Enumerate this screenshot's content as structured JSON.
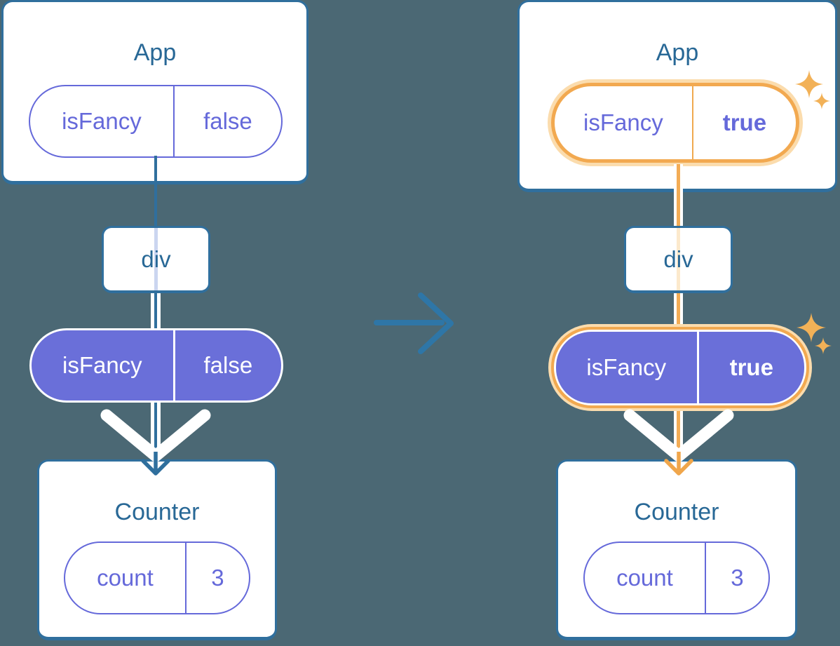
{
  "before": {
    "app": {
      "title": "App",
      "prop": {
        "name": "isFancy",
        "value": "false"
      }
    },
    "div_node": {
      "label": "div"
    },
    "passed_prop": {
      "name": "isFancy",
      "value": "false"
    },
    "counter": {
      "title": "Counter",
      "state": {
        "name": "count",
        "value": "3"
      }
    }
  },
  "after": {
    "app": {
      "title": "App",
      "prop": {
        "name": "isFancy",
        "value": "true"
      }
    },
    "div_node": {
      "label": "div"
    },
    "passed_prop": {
      "name": "isFancy",
      "value": "true"
    },
    "counter": {
      "title": "Counter",
      "state": {
        "name": "count",
        "value": "3"
      }
    }
  },
  "icons": {
    "transition_arrow": "arrow-right-icon",
    "highlight_sparkles": "sparkles-icon"
  },
  "colors": {
    "background": "#4B6874",
    "node_border_blue": "#306F9D",
    "title_text_blue": "#286896",
    "purple_outline": "#6569DA",
    "purple_fill": "#6A6FD9",
    "highlight_orange": "#F2A950",
    "highlight_orange_light": "#FBDCAD",
    "white": "#FFFFFF"
  }
}
